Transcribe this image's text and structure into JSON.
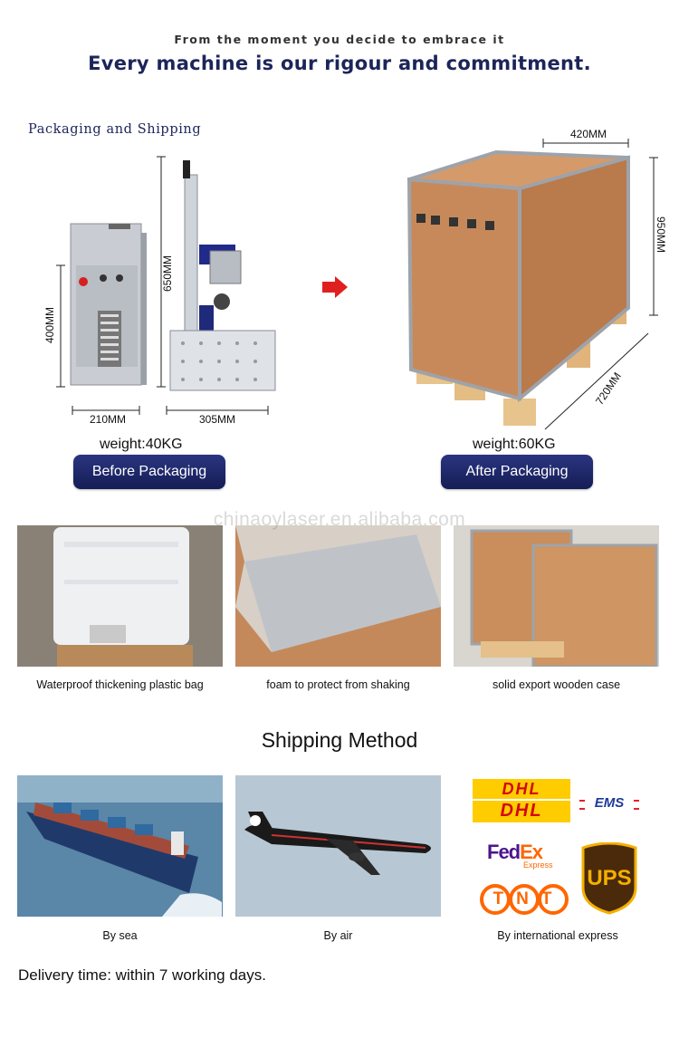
{
  "header": {
    "tagline": "From the moment you decide to embrace it",
    "headline": "Every machine is our rigour and commitment."
  },
  "packaging": {
    "section_label": "Packaging and Shipping",
    "before": {
      "height_generator": "400MM",
      "height_column": "650MM",
      "width_generator": "210MM",
      "width_base": "305MM",
      "weight": "weight:40KG",
      "button": "Before Packaging"
    },
    "after": {
      "width": "420MM",
      "height": "950MM",
      "depth": "720MM",
      "weight": "weight:60KG",
      "button": "After Packaging"
    }
  },
  "watermark": "chinaoylaser.en.alibaba.com",
  "protection": [
    {
      "caption": "Waterproof thickening plastic bag"
    },
    {
      "caption": "foam to protect from shaking"
    },
    {
      "caption": "solid export wooden case"
    }
  ],
  "shipping": {
    "title": "Shipping Method",
    "methods": [
      {
        "caption": "By sea"
      },
      {
        "caption": "By air"
      },
      {
        "caption": "By international express"
      }
    ],
    "logos": {
      "dhl": "DHL",
      "ems": "EMS",
      "fedex_fed": "Fed",
      "fedex_ex": "Ex",
      "fedex_express": "Express",
      "tnt": "TNT",
      "ups": "UPS"
    },
    "delivery": "Delivery time: within 7 working days."
  }
}
